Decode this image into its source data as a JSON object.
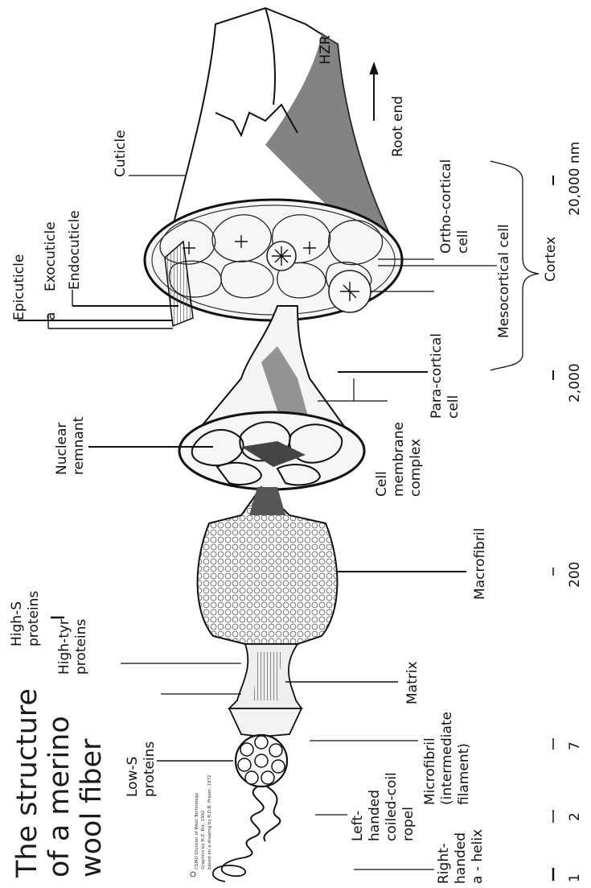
{
  "title": [
    "The structure",
    "of a merino",
    "wool fiber"
  ],
  "credits": [
    "CSIRO Division of Wool Technology",
    "Graphics by H.Z. Riz, 1992",
    "based on a drawing by R.D.B. Fraser, 1972"
  ],
  "labels": {
    "hzr": "HZR",
    "root_end": "Root end",
    "cuticle": "Cuticle",
    "epicuticle": "Epicuticle",
    "a": "a",
    "exocuticle": "Exocuticle",
    "endocuticle": "Endocuticle",
    "ortho_cortical": [
      "Ortho-cortical",
      "cell"
    ],
    "mesocortical": "Mesocortical cell",
    "cortex": "Cortex",
    "para_cortical": [
      "Para-cortical",
      "cell"
    ],
    "nuclear_remnant": [
      "Nuclear",
      "remnant"
    ],
    "cell_membrane_complex": [
      "Cell",
      "membrane",
      "complex"
    ],
    "macrofibril": "Macrofibril",
    "high_s": [
      "High-S",
      "proteins"
    ],
    "high_tyr": [
      "High-tyr",
      "proteins"
    ],
    "matrix": "Matrix",
    "microfibril": [
      "Microfibril",
      "(intermediate",
      "filament)"
    ],
    "low_s": [
      "Low-S",
      "proteins"
    ],
    "left_handed": [
      "Left-",
      "handed",
      "coiled-coil",
      "ropel"
    ],
    "right_handed": [
      "Right-",
      "handed",
      "a - helix"
    ]
  },
  "scale": [
    "1",
    "2",
    "7",
    "200",
    "2,000",
    "20,000 nm"
  ]
}
